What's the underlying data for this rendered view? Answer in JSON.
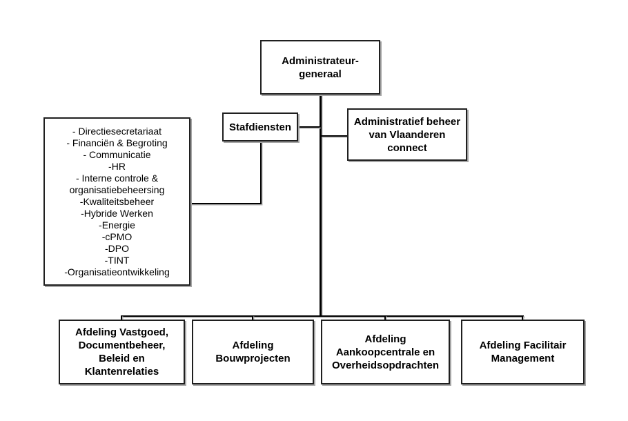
{
  "nodes": {
    "administrateur_generaal": {
      "lines": [
        "Administrateur-",
        "generaal"
      ]
    },
    "stafdiensten": {
      "label": "Stafdiensten"
    },
    "administratief_beheer": {
      "lines": [
        "Administratief beheer",
        "van Vlaanderen",
        "connect"
      ]
    },
    "stafdiensten_onderdelen": {
      "items": [
        "- Directiesecretariaat",
        "- Financiën & Begroting",
        "- Communicatie",
        "-HR",
        "- Interne controle & organisatiebeheersing",
        "-Kwaliteitsbeheer",
        "-Hybride Werken",
        "-Energie",
        "-cPMO",
        "-DPO",
        "-TINT",
        "-Organisatieontwikkeling"
      ]
    },
    "afdeling_vastgoed": {
      "lines": [
        "Afdeling Vastgoed,",
        "Documentbeheer,",
        "Beleid en",
        "Klantenrelaties"
      ]
    },
    "afdeling_bouwprojecten": {
      "lines": [
        "Afdeling",
        "Bouwprojecten"
      ]
    },
    "afdeling_aankoopcentrale": {
      "lines": [
        "Afdeling",
        "Aankoopcentrale en",
        "Overheidsopdrachten"
      ]
    },
    "afdeling_facilitair": {
      "lines": [
        "Afdeling Facilitair",
        "Management"
      ]
    }
  },
  "colors": {
    "border": "#1f1f1f",
    "line": "#000000",
    "shadow": "#a6a6a6",
    "background": "#ffffff",
    "text": "#000000"
  }
}
